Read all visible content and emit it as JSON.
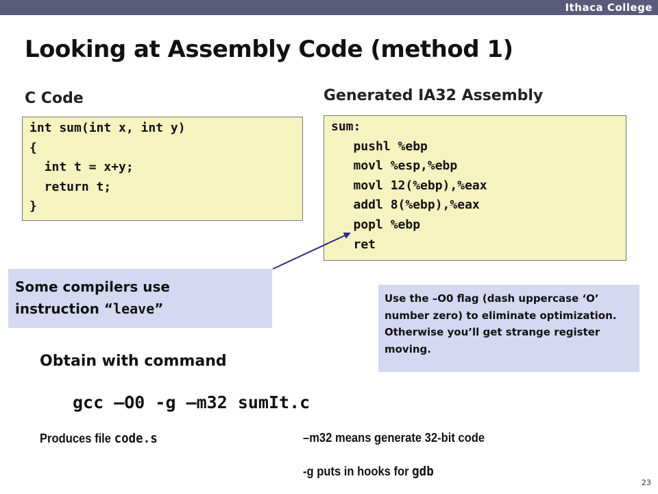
{
  "header": {
    "brand": "Ithaca College"
  },
  "slide": {
    "title": "Looking at Assembly Code (method 1)",
    "page_number": "23"
  },
  "c_code": {
    "heading": "C Code",
    "lines": [
      "int sum(int x, int y)",
      "{",
      "  int t = x+y;",
      "  return t;",
      "}"
    ]
  },
  "assembly": {
    "heading": "Generated IA32 Assembly",
    "lines": [
      "sum:",
      "   pushl %ebp",
      "   movl %esp,%ebp",
      "   movl 12(%ebp),%eax",
      "   addl 8(%ebp),%eax",
      "   popl %ebp",
      "   ret"
    ]
  },
  "callout_leave": {
    "line1": "Some compilers use",
    "line2_prefix": "instruction “",
    "line2_code": "leave",
    "line2_suffix": "”"
  },
  "callout_flag": {
    "text": "Use the –O0 flag (dash uppercase ‘O’ number zero) to eliminate optimization. Otherwise you’ll get strange register moving."
  },
  "command": {
    "heading": "Obtain with command",
    "text": "gcc –O0 -g –m32 sumIt.c"
  },
  "notes": {
    "produces_prefix": "Produces file ",
    "produces_file": "code.s",
    "m32_flag": "–m32",
    "m32_text": " means generate 32-bit code",
    "g_text": "-g puts in hooks for ",
    "g_tool": "gdb"
  },
  "colors": {
    "code_background": "#f5f3bf",
    "callout_background": "#d6d8f2",
    "header_bar": "#5a5a7a",
    "arrow": "#2a2a8a"
  }
}
